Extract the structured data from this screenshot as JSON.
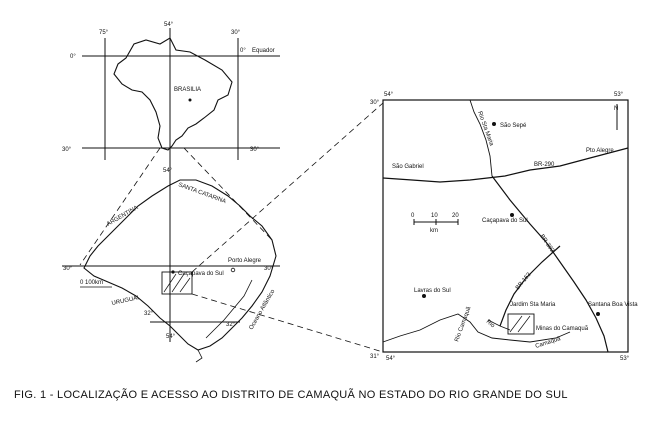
{
  "brazil_map": {
    "lon_75": "75°",
    "lon_54": "54°",
    "lon_30": "30°",
    "lat_0_left": "0°",
    "lat_0_right": "0°",
    "equator": "Equador",
    "lat_30_left": "30°",
    "lat_30_right": "30°",
    "capital": "BRASILIA"
  },
  "rs_map": {
    "argentina": "ARGENTINA",
    "santa_catarina": "SANTA CATARINA",
    "lon_54_top": "54°",
    "lat_30_left": "30°",
    "lat_30_right": "30°",
    "porto_alegre": "Porto Alegre",
    "cacapava": "Caçapava do Sul",
    "scale": "0 100km",
    "uruguai": "URUGUAI",
    "lat_32_left": "32°",
    "lat_32_right": "32°",
    "lon_54_bottom": "54°",
    "ocean": "Oceano Atlântico"
  },
  "detail_map": {
    "corner_tl_lat": "30°",
    "corner_tl_lon": "54°",
    "corner_tr": "53°",
    "corner_bl_lat": "31°",
    "corner_bl_lon": "54°",
    "corner_br": "53°",
    "north": "N",
    "sao_sepe": "São Sepé",
    "rio_sta_maria": "Rio Sta Maria",
    "sao_gabriel": "São Gabriel",
    "br290": "BR-290",
    "pto_alegre": "Pto Alegre",
    "scale_0": "0",
    "scale_10": "10",
    "scale_20": "20",
    "scale_unit": "km",
    "cacapava": "Caçapava do Sul",
    "br392": "BR-392",
    "br153": "BR-153",
    "lavras": "Lavras do Sul",
    "jardim": "Jardim Sta Maria",
    "santana": "Santana Boa Vista",
    "rio_label": "Rio",
    "minas": "Minas do Camaquã",
    "rio_camaqua": "Rio Camaquã",
    "camaqua_river_end": "Camaquã"
  },
  "caption": "FIG. 1 - LOCALIZAÇÃO E ACESSO AO DISTRITO DE CAMAQUÃ NO ESTADO DO RIO GRANDE DO SUL"
}
